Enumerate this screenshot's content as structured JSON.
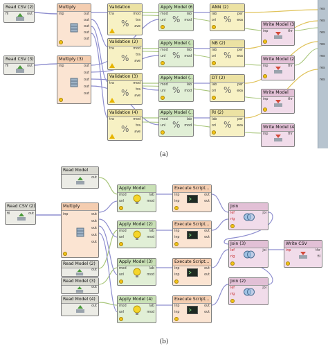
{
  "panel_a": {
    "caption": "(a)",
    "operators": {
      "read_csv_2": {
        "title": "Read CSV (2)",
        "in": "fil",
        "out": "out"
      },
      "read_csv_3": {
        "title": "Read CSV (3)",
        "in": "fil",
        "out": "out"
      },
      "multiply": {
        "title": "Multiply",
        "in": "inp",
        "out": [
          "out",
          "out",
          "out",
          "out",
          "out"
        ]
      },
      "multiply_3": {
        "title": "Multiply (3)",
        "in": "inp",
        "out": [
          "out",
          "out",
          "out",
          "out",
          "out"
        ]
      },
      "validation": {
        "title": "Validation",
        "in": [
          "tra"
        ],
        "out": [
          "mod",
          "tra",
          "ave"
        ]
      },
      "validation_2": {
        "title": "Validation (2)",
        "in": [
          "tra"
        ],
        "out": [
          "mod",
          "tra",
          "ave"
        ]
      },
      "validation_3": {
        "title": "Validation (3)",
        "in": [
          "tra"
        ],
        "out": [
          "mod",
          "tra",
          "ave"
        ]
      },
      "validation_4": {
        "title": "Validation (4)",
        "in": [
          "tra"
        ],
        "out": [
          "mod",
          "tra",
          "ave"
        ]
      },
      "apply_model_6": {
        "title": "Apply Model (6)",
        "in": [
          "mod",
          "unl"
        ],
        "out": [
          "lab",
          "mod"
        ]
      },
      "apply_model_b": {
        "title": "Apply Model (...",
        "in": [
          "mod",
          "unl"
        ],
        "out": [
          "lab",
          "mod"
        ]
      },
      "apply_model_c": {
        "title": "Apply Model (...",
        "in": [
          "mod",
          "unl"
        ],
        "out": [
          "lab",
          "mod"
        ]
      },
      "apply_model_d": {
        "title": "Apply Model (...",
        "in": [
          "mod",
          "unl"
        ],
        "out": [
          "lab",
          "mod"
        ]
      },
      "ann_2": {
        "title": "ANN (2)",
        "in": [
          "lab",
          "ori"
        ],
        "out": [
          "per",
          "exa"
        ]
      },
      "nb_2": {
        "title": "NB (2)",
        "in": [
          "lab",
          "ori"
        ],
        "out": [
          "per",
          "exa"
        ]
      },
      "dt_2": {
        "title": "DT (2)",
        "in": [
          "lab",
          "ori"
        ],
        "out": [
          "per",
          "exa"
        ]
      },
      "ri_2": {
        "title": "RI (2)",
        "in": [
          "lab",
          "ori"
        ],
        "out": [
          "per",
          "exa"
        ]
      },
      "write_model_3": {
        "title": "Write Model (3)",
        "in": [
          "inp"
        ],
        "out": [
          "thr"
        ]
      },
      "write_model_2": {
        "title": "Write Model (2)",
        "in": [
          "inp"
        ],
        "out": [
          "thr"
        ]
      },
      "write_model": {
        "title": "Write Model",
        "in": [
          "inp"
        ],
        "out": [
          "thr"
        ]
      },
      "write_model_4": {
        "title": "Write Model (4)",
        "in": [
          "inp"
        ],
        "out": [
          "thr"
        ]
      }
    },
    "result_ports": [
      "res",
      "res",
      "res",
      "res",
      "res",
      "res",
      "res"
    ]
  },
  "panel_b": {
    "caption": "(b)",
    "operators": {
      "read_model": {
        "title": "Read Model",
        "out": "out"
      },
      "read_model_2": {
        "title": "Read Model (2)",
        "out": "out"
      },
      "read_model_3": {
        "title": "Read Model (3)",
        "out": "out"
      },
      "read_model_4": {
        "title": "Read Model (4)",
        "out": "out"
      },
      "read_csv_2": {
        "title": "Read CSV (2)",
        "in": "fil",
        "out": "out"
      },
      "multiply": {
        "title": "Multiply",
        "in": "inp",
        "out": [
          "out",
          "out",
          "out",
          "out",
          "out"
        ]
      },
      "apply_model": {
        "title": "Apply Model",
        "in": [
          "mod",
          "unl"
        ],
        "out": [
          "lab",
          "mod"
        ]
      },
      "apply_model_2": {
        "title": "Apply Model (2)",
        "in": [
          "mod",
          "unl"
        ],
        "out": [
          "lab",
          "mod"
        ]
      },
      "apply_model_3": {
        "title": "Apply Model (3)",
        "in": [
          "mod",
          "unl"
        ],
        "out": [
          "lab",
          "mod"
        ]
      },
      "apply_model_4": {
        "title": "Apply Model (4)",
        "in": [
          "mod",
          "unl"
        ],
        "out": [
          "lab",
          "mod"
        ]
      },
      "execute_script_1": {
        "title": "Execute Script...",
        "in": [
          "inp",
          "inp"
        ],
        "out": [
          "out",
          "out"
        ]
      },
      "execute_script_2": {
        "title": "Execute Script...",
        "in": [
          "inp",
          "inp"
        ],
        "out": [
          "out",
          "out"
        ]
      },
      "execute_script_3": {
        "title": "Execute Script...",
        "in": [
          "inp",
          "inp"
        ],
        "out": [
          "out",
          "out"
        ]
      },
      "execute_script_4": {
        "title": "Execute Script...",
        "in": [
          "inp",
          "inp"
        ],
        "out": [
          "out",
          "out"
        ]
      },
      "join": {
        "title": "Join",
        "in": [
          "lef",
          "rig"
        ],
        "out": [
          "joi"
        ]
      },
      "join_3": {
        "title": "Join (3)",
        "in": [
          "lef",
          "rig"
        ],
        "out": [
          "joi"
        ]
      },
      "join_2": {
        "title": "Join (2)",
        "in": [
          "lef",
          "rig"
        ],
        "out": [
          "joi"
        ]
      },
      "write_csv": {
        "title": "Write CSV",
        "in": [
          "inp"
        ],
        "out": [
          "thr",
          "fil"
        ]
      }
    }
  },
  "colors": {
    "wire_example": "#8e8ecf",
    "wire_model": "#a8c67a",
    "wire_perf": "#e0c35a",
    "wire_neutral": "#9a9a9a"
  }
}
